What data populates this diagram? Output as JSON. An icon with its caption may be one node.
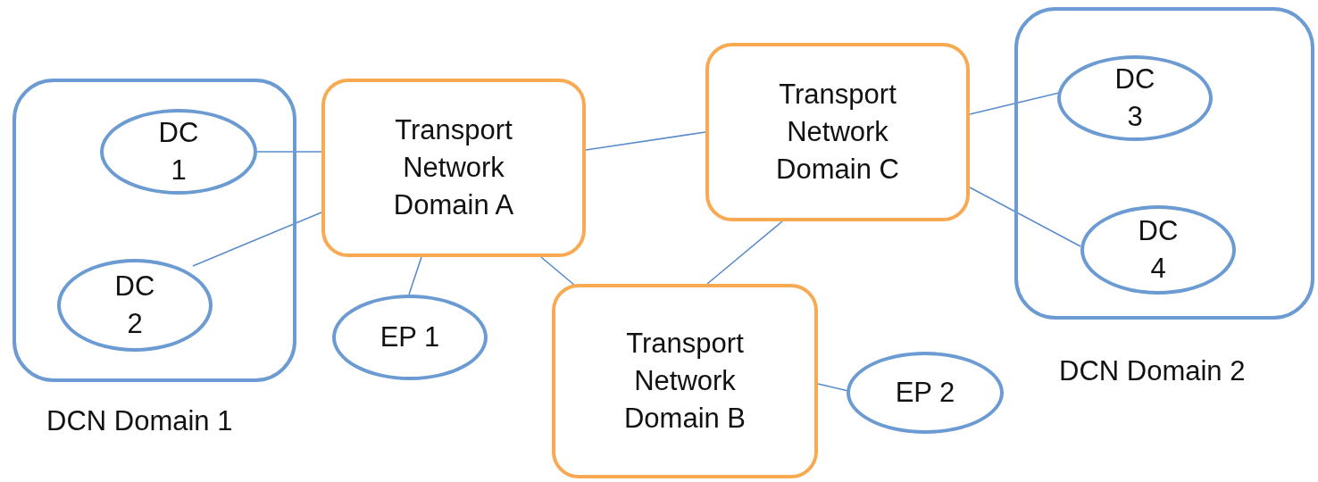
{
  "diagram": {
    "nodes": [
      {
        "text": [
          "DCN Domain 1"
        ]
      },
      {
        "text": [
          "DC 1"
        ],
        "in": 0
      },
      {
        "text": [
          "DC 2"
        ],
        "in": 0
      },
      {
        "text": [
          "Transport Network Domain A"
        ]
      },
      {
        "text": [
          "EP 1"
        ]
      },
      {
        "text": [
          "Transport Network Domain B"
        ]
      },
      {
        "text": [
          "Transport Network Domain C"
        ]
      },
      {
        "text": [
          "EP 2"
        ]
      },
      {
        "text": [
          "DCN Domain 2"
        ]
      },
      {
        "text": [
          "DC 3"
        ],
        "in": 8
      },
      {
        "text": [
          "DC 4"
        ],
        "in": 8
      }
    ],
    "edges": [
      {
        "from": 1,
        "to": 3,
        "arrow": "none"
      },
      {
        "from": 2,
        "to": 3,
        "arrow": "none"
      },
      {
        "from": 3,
        "to": 4,
        "arrow": "none"
      },
      {
        "from": 3,
        "to": 6,
        "arrow": "none"
      },
      {
        "from": 3,
        "to": 5,
        "arrow": "none"
      },
      {
        "from": 6,
        "to": 5,
        "arrow": "none"
      },
      {
        "from": 6,
        "to": 9,
        "arrow": "none"
      },
      {
        "from": 6,
        "to": 10,
        "arrow": "none"
      },
      {
        "from": 5,
        "to": 7,
        "arrow": "none"
      }
    ]
  }
}
